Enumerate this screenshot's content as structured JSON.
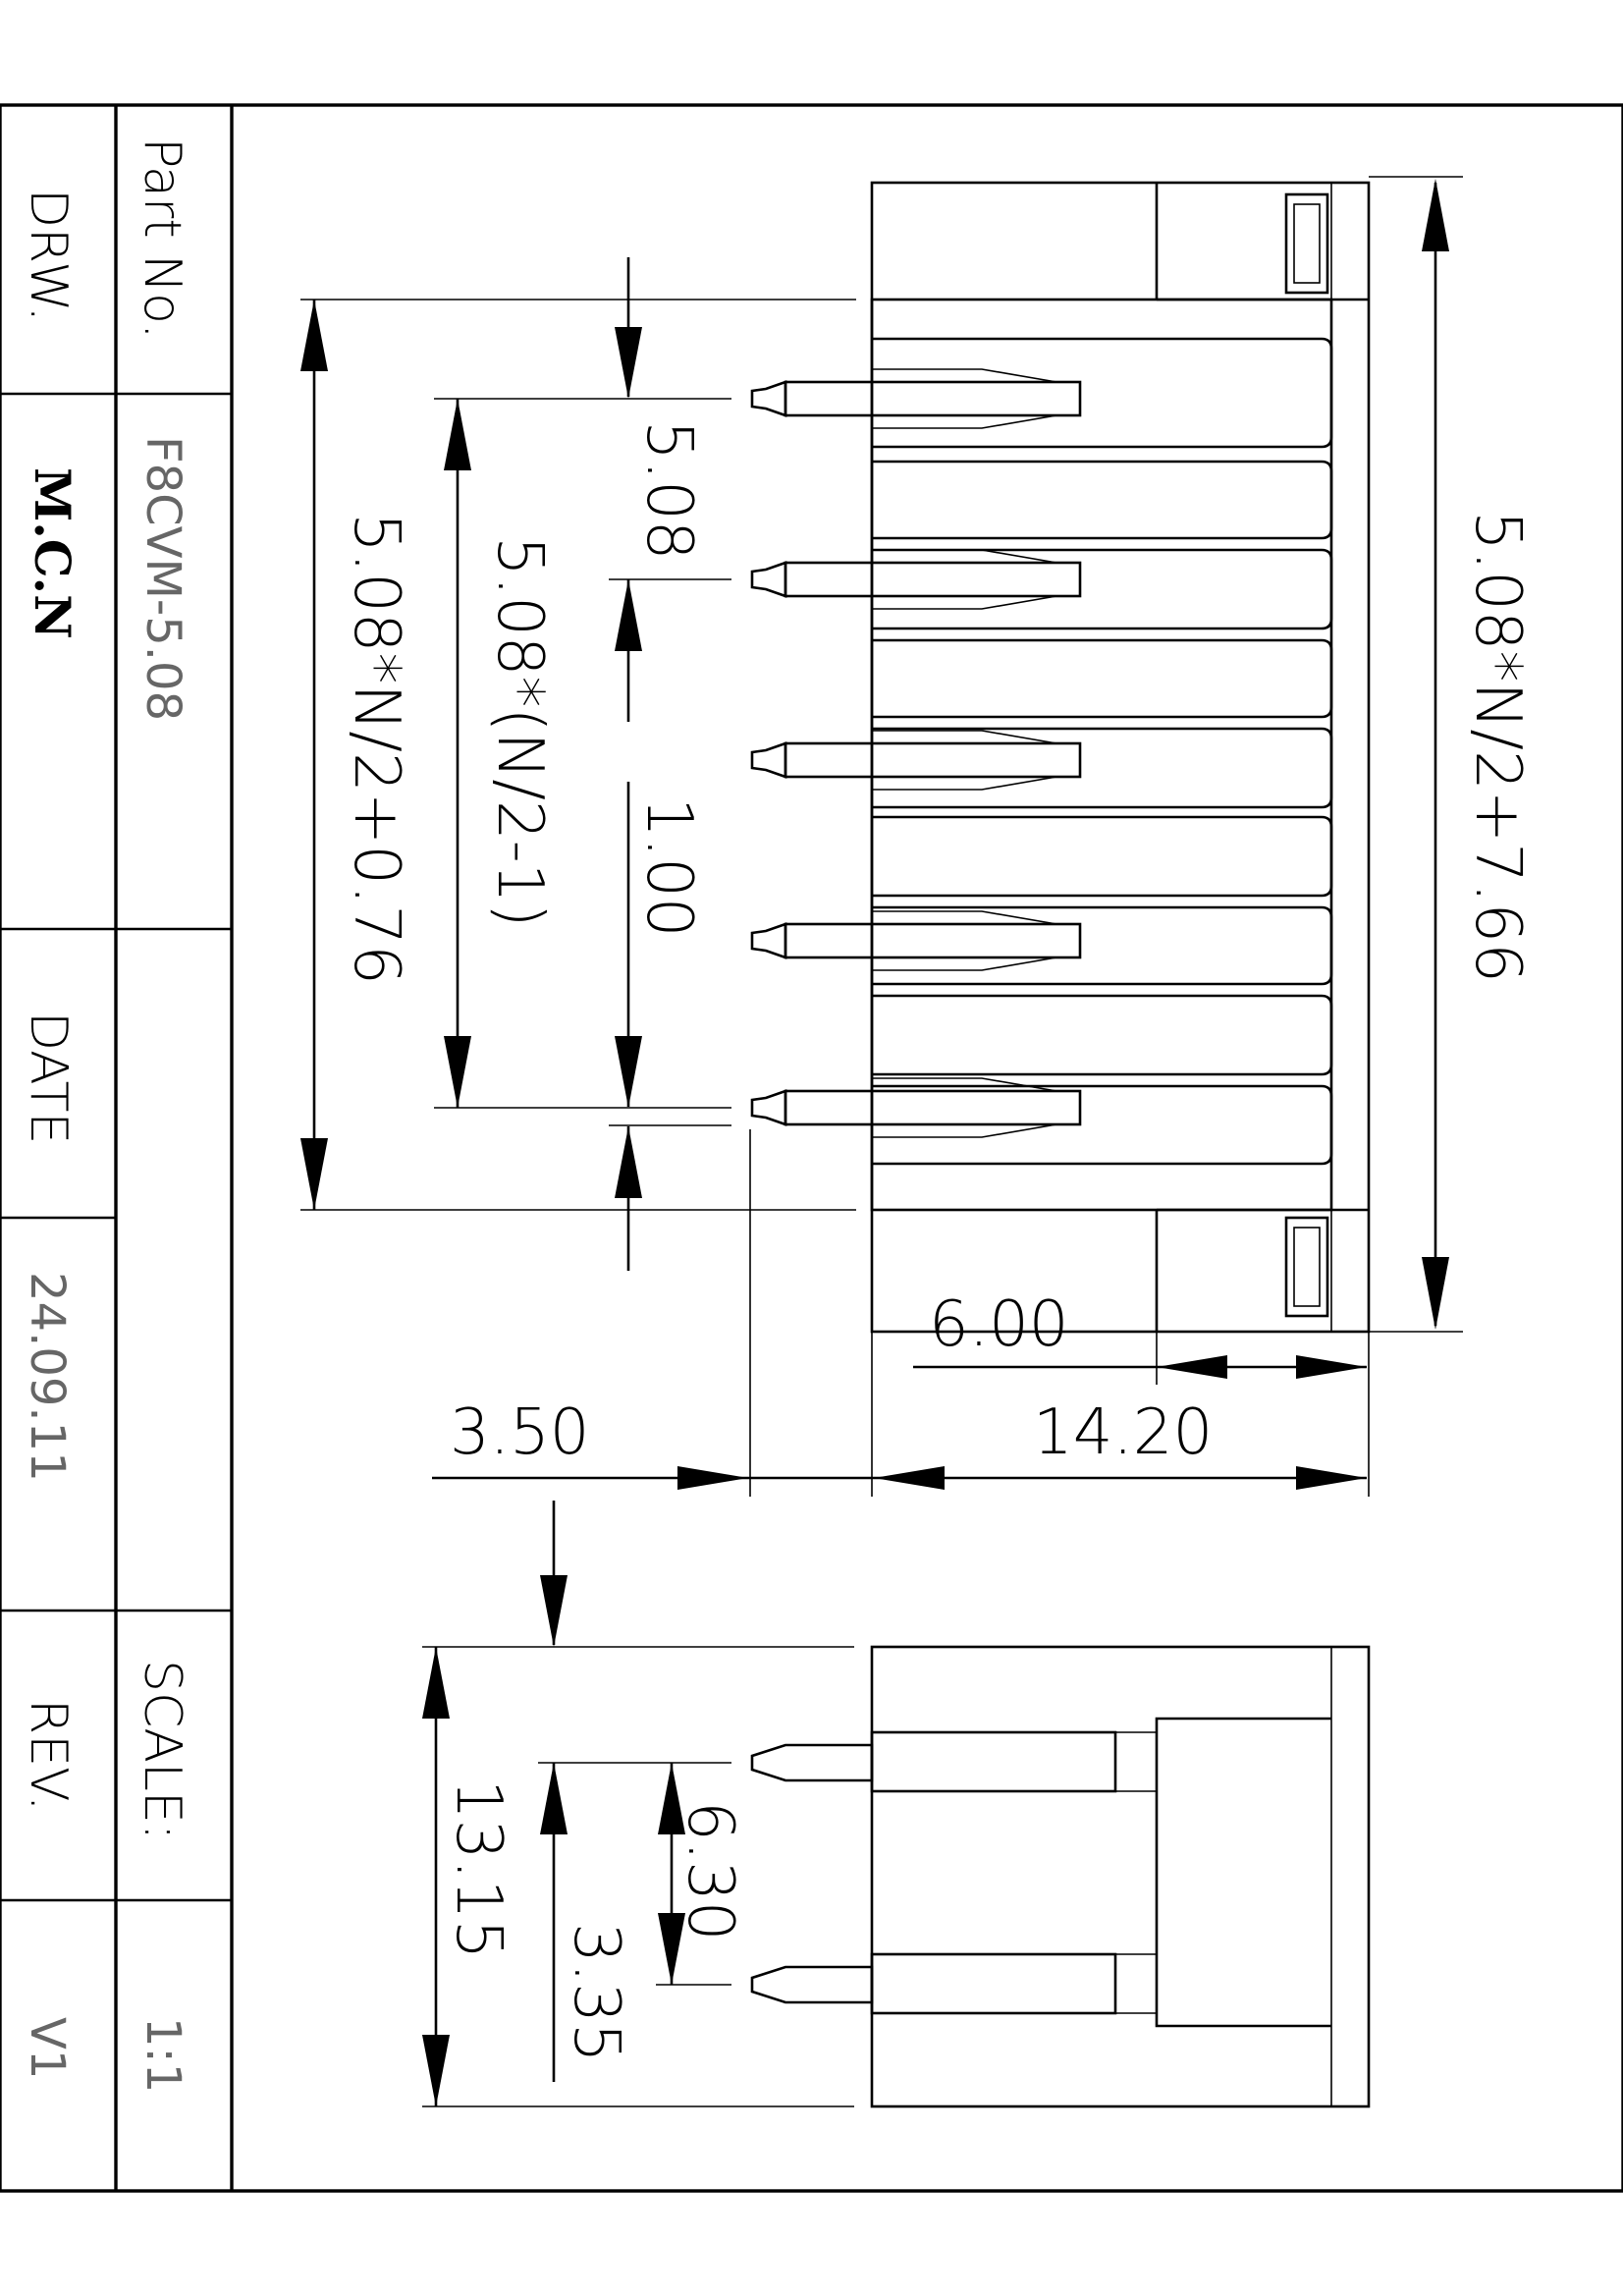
{
  "title_block": {
    "part_no_label": "Part No.",
    "part_no_value": "F8CVM-5.08",
    "drw_label": "DRW.",
    "drw_value": "M.C.N",
    "date_label": "DATE",
    "date_value": "24.09.11",
    "scale_label": "SCALE:",
    "scale_value": "1:1",
    "rev_label": "REV.",
    "rev_value": "V1"
  },
  "dimensions": {
    "pitch": "5.08",
    "pin_span": "5.08*(N/2-1)",
    "body_length_inner": "5.08*N/2+0.76",
    "body_length_outer": "5.08*N/2+7.66",
    "offset": "1.00",
    "flange": "6.00",
    "pin_projection": "3.50",
    "body_width": "14.20",
    "side_height": "13.15",
    "row_spacing": "6.30",
    "pin_offset": "3.35"
  }
}
